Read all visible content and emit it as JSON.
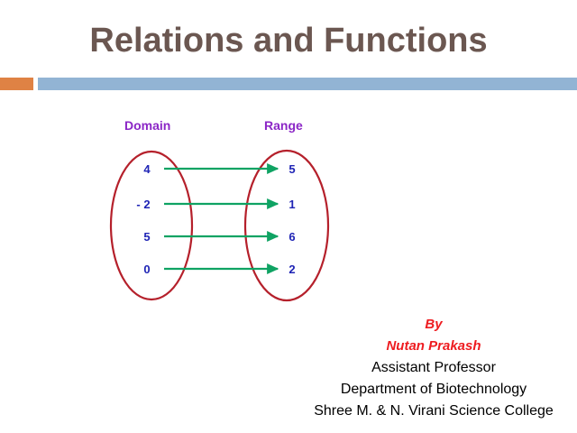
{
  "slide": {
    "title": "Relations and Functions",
    "title_color": "#6B5751",
    "accent_orange": "#DF8244",
    "accent_blue": "#92B4D4",
    "background": "#ffffff"
  },
  "diagram": {
    "type": "mapping-diagram",
    "ellipse_color": "#B5202B",
    "arrow_color": "#0FA363",
    "label_color": "#8B26C6",
    "element_color": "#1F24B5",
    "domain_label": "Domain",
    "range_label": "Range",
    "domain_values": [
      "4",
      "- 2",
      "5",
      "0"
    ],
    "range_values": [
      "5",
      "1",
      "6",
      "2"
    ],
    "mappings": [
      {
        "from": "4",
        "to": "5"
      },
      {
        "from": "- 2",
        "to": "1"
      },
      {
        "from": "5",
        "to": "6"
      },
      {
        "from": "0",
        "to": "2"
      }
    ]
  },
  "credits": {
    "by_label": "By",
    "author": "Nutan Prakash",
    "designation": "Assistant Professor",
    "department": "Department of Biotechnology",
    "institution": "Shree M. & N. Virani Science College",
    "highlight_color": "#EE1C20"
  }
}
